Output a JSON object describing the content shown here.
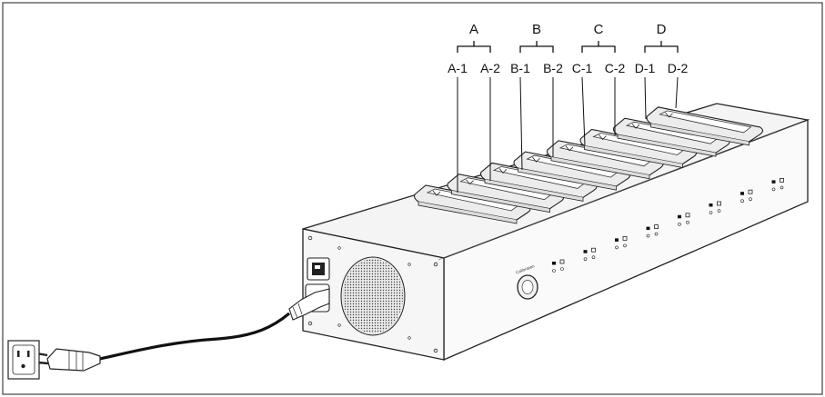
{
  "groups": [
    {
      "label": "A",
      "slots": [
        "A-1",
        "A-2"
      ]
    },
    {
      "label": "B",
      "slots": [
        "B-1",
        "B-2"
      ]
    },
    {
      "label": "C",
      "slots": [
        "C-1",
        "C-2"
      ]
    },
    {
      "label": "D",
      "slots": [
        "D-1",
        "D-2"
      ]
    }
  ],
  "front_panel": {
    "button_label": "Calibration"
  }
}
